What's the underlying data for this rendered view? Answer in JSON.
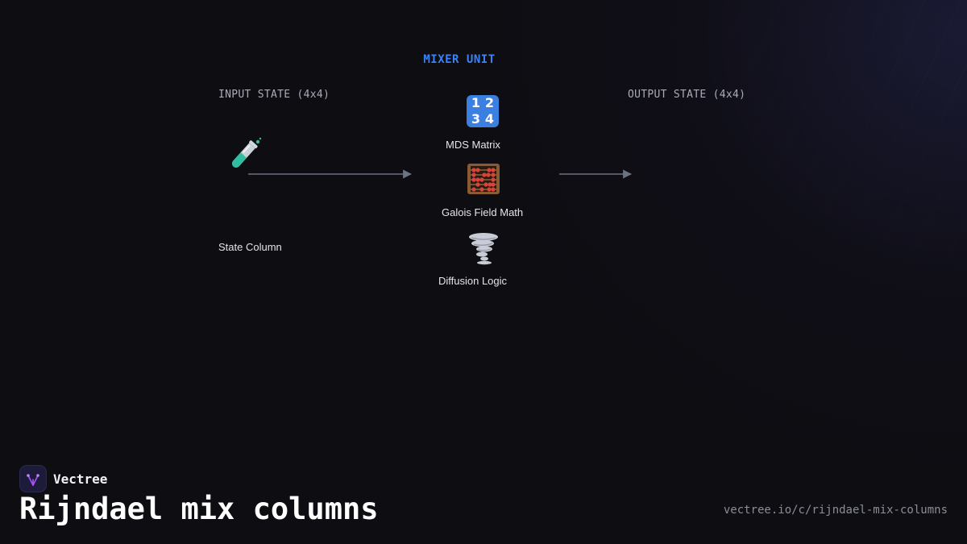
{
  "diagram": {
    "group": {
      "title": "MIXER UNIT"
    },
    "input": {
      "label": "INPUT STATE (4x4)",
      "node": {
        "icon": "test-tube-icon",
        "label": "State Column"
      }
    },
    "output": {
      "label": "OUTPUT STATE (4x4)"
    },
    "mixer_nodes": [
      {
        "icon": "number-keypad-icon",
        "label": "MDS Matrix"
      },
      {
        "icon": "abacus-icon",
        "label": "Galois Field Math"
      },
      {
        "icon": "tornado-icon",
        "label": "Diffusion Logic"
      }
    ],
    "colors": {
      "accent": "#3b82f6",
      "edge": "#6b7280",
      "background": "#0e0d12"
    }
  },
  "footer": {
    "brand": "Vectree",
    "title": "Rijndael mix columns",
    "url": "vectree.io/c/rijndael-mix-columns"
  }
}
